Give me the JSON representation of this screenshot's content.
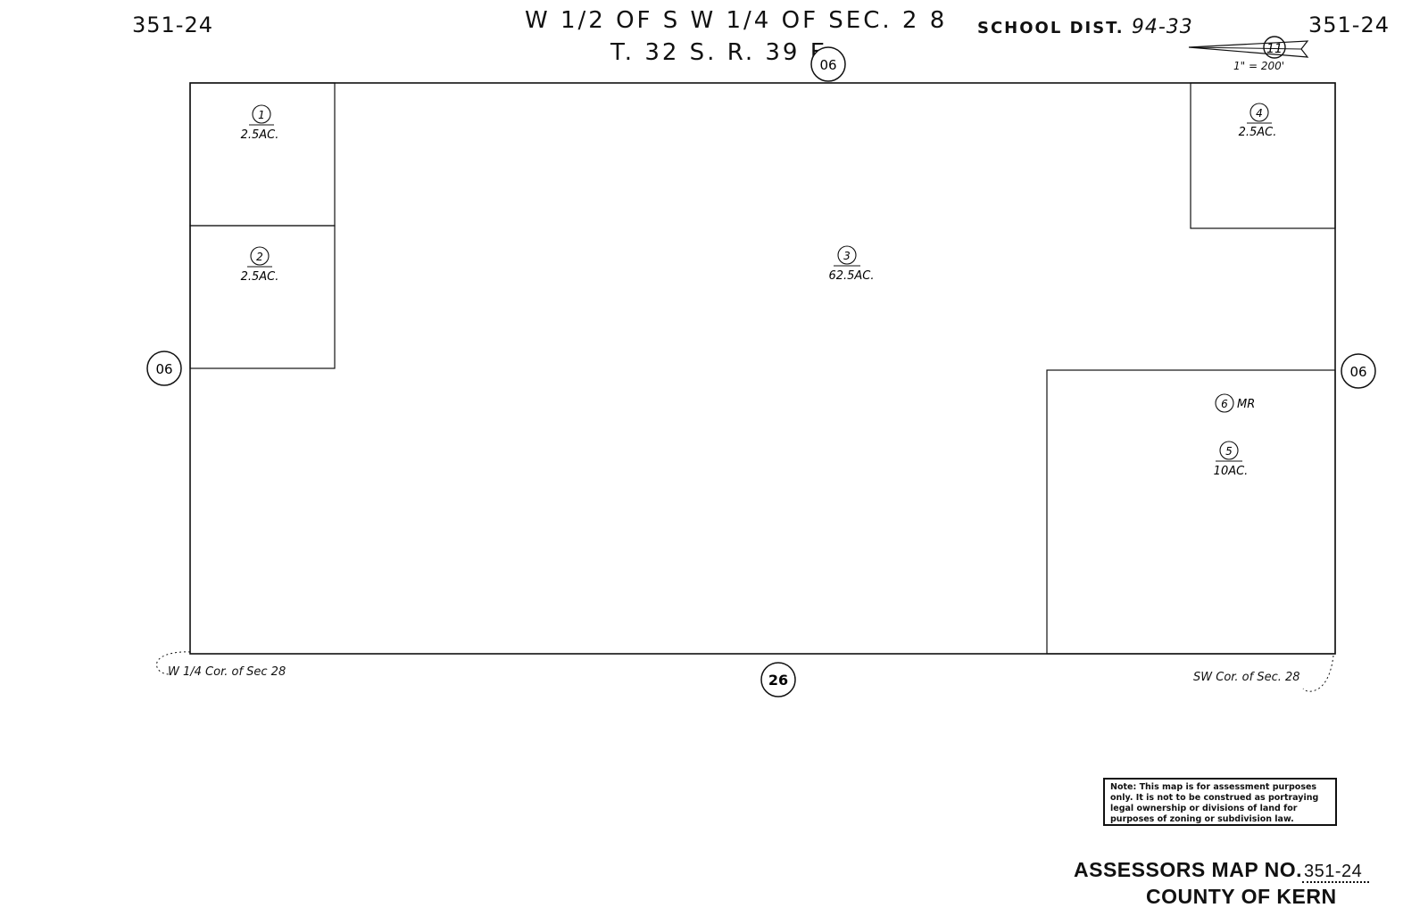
{
  "header": {
    "map_number_left": "351-24",
    "map_number_right": "351-24",
    "title_line1": "W 1/2 OF S W 1/4 OF SEC. 2 8",
    "title_line2": "T. 32 S. R. 39 E.",
    "school_dist_label": "SCHOOL DIST.",
    "school_dist_value": "94-33",
    "scale": "1\" = 200'",
    "north_arrow_number": "11"
  },
  "adjacent_maps": {
    "top": "06",
    "left": "06",
    "right": "06",
    "bottom": "26"
  },
  "parcels": [
    {
      "number": "1",
      "area": "2.5AC."
    },
    {
      "number": "2",
      "area": "2.5AC."
    },
    {
      "number": "3",
      "area": "62.5AC."
    },
    {
      "number": "4",
      "area": "2.5AC."
    },
    {
      "number": "5",
      "area": "10AC."
    },
    {
      "number": "6",
      "area": "MR"
    }
  ],
  "corner_labels": {
    "west": "W 1/4 Cor. of Sec 28",
    "southwest": "SW Cor. of Sec. 28"
  },
  "note": "Note: This map is for assessment purposes only. It is not to be construed as portraying legal ownership or divisions of land for purposes of zoning or subdivision law.",
  "footer": {
    "map_no_label": "ASSESSORS MAP NO.",
    "map_no_value": "351-24",
    "county": "COUNTY OF KERN"
  }
}
